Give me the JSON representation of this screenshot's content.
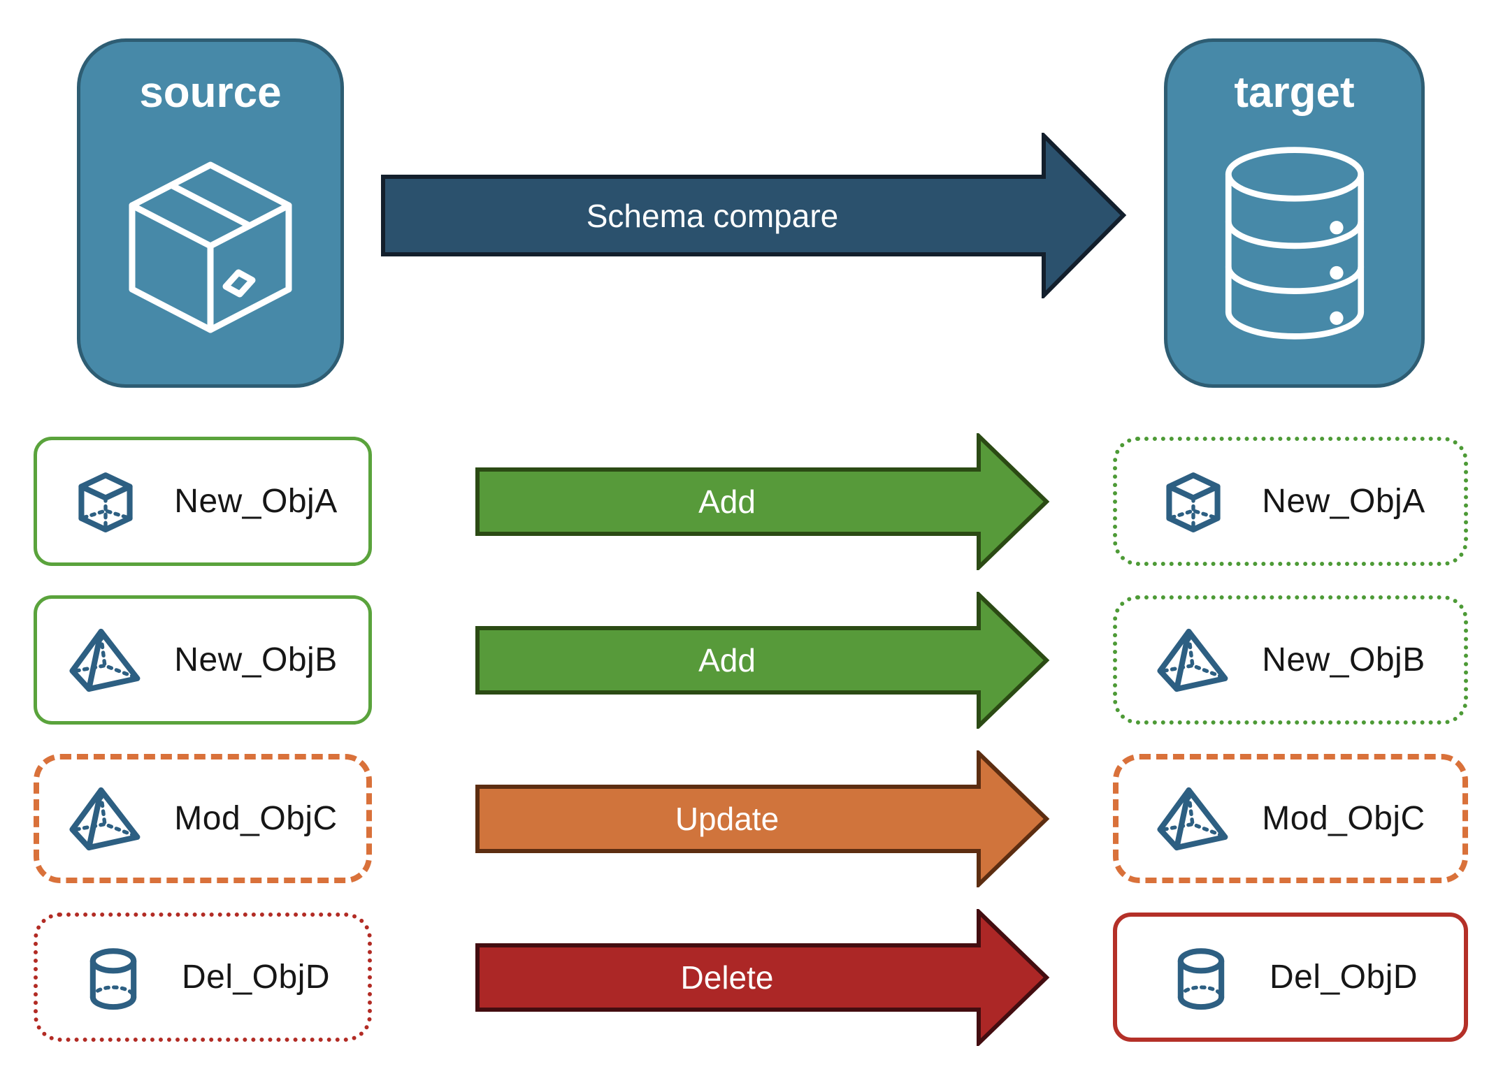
{
  "diagram": {
    "source_panel": {
      "title": "source",
      "icon": "package-icon"
    },
    "target_panel": {
      "title": "target",
      "icon": "database-icon"
    },
    "main_arrow": {
      "label": "Schema compare"
    },
    "rows": [
      {
        "left": {
          "icon": "cube-icon",
          "label": "New_ObjA",
          "border_style": "green-solid"
        },
        "arrow": {
          "label": "Add",
          "color": "#579a3a"
        },
        "right": {
          "icon": "cube-icon",
          "label": "New_ObjA",
          "border_style": "green-dotted"
        }
      },
      {
        "left": {
          "icon": "pyramid-icon",
          "label": "New_ObjB",
          "border_style": "green-solid"
        },
        "arrow": {
          "label": "Add",
          "color": "#579a3a"
        },
        "right": {
          "icon": "pyramid-icon",
          "label": "New_ObjB",
          "border_style": "green-dotted"
        }
      },
      {
        "left": {
          "icon": "pyramid-icon",
          "label": "Mod_ObjC",
          "border_style": "orange-dashed"
        },
        "arrow": {
          "label": "Update",
          "color": "#d0743c"
        },
        "right": {
          "icon": "pyramid-icon",
          "label": "Mod_ObjC",
          "border_style": "orange-dashed"
        }
      },
      {
        "left": {
          "icon": "cylinder-icon",
          "label": "Del_ObjD",
          "border_style": "red-dotted"
        },
        "arrow": {
          "label": "Delete",
          "color": "#ac2726"
        },
        "right": {
          "icon": "cylinder-icon",
          "label": "Del_ObjD",
          "border_style": "red-solid"
        }
      }
    ],
    "colors": {
      "panel_fill": "#4789a8",
      "panel_border": "#2e5d73",
      "main_arrow_fill": "#2b516d",
      "add_arrow_fill": "#579a3a",
      "update_arrow_fill": "#d0743c",
      "delete_arrow_fill": "#ac2726",
      "green_border": "#5aa33c",
      "orange_border": "#d9713a",
      "red_border": "#b22b24",
      "icon_stroke": "#2d5f82"
    }
  }
}
